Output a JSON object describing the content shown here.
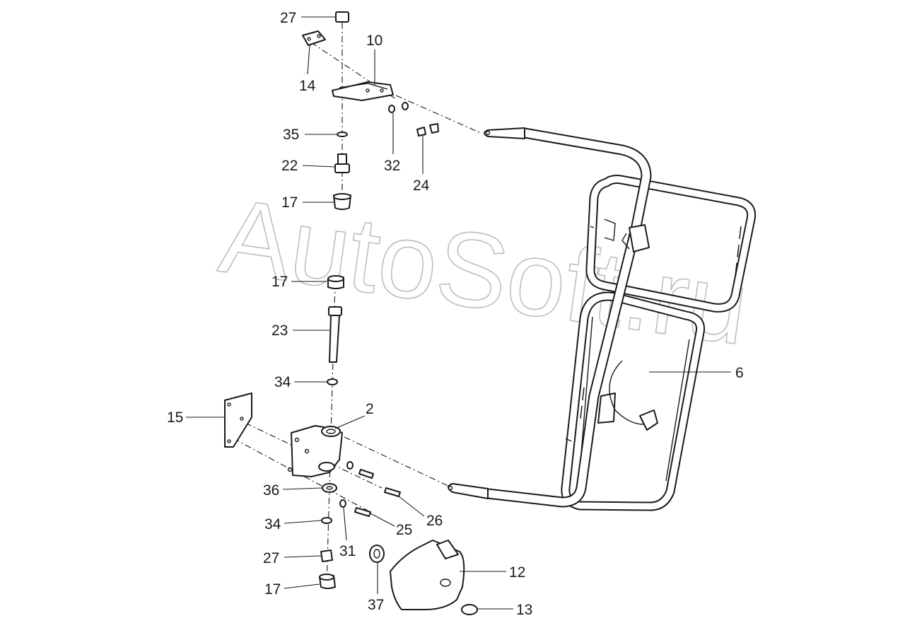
{
  "watermark": "AutoSoft.ru",
  "callouts": {
    "c27_top": "27",
    "c14": "14",
    "c10": "10",
    "c35": "35",
    "c22": "22",
    "c17_top": "17",
    "c32": "32",
    "c24": "24",
    "c17_mid": "17",
    "c23": "23",
    "c34_top": "34",
    "c2": "2",
    "c15": "15",
    "c36": "36",
    "c34_bot": "34",
    "c27_bot": "27",
    "c17_bot": "17",
    "c31": "31",
    "c25": "25",
    "c26": "26",
    "c37": "37",
    "c12": "12",
    "c13": "13",
    "c6": "6"
  }
}
